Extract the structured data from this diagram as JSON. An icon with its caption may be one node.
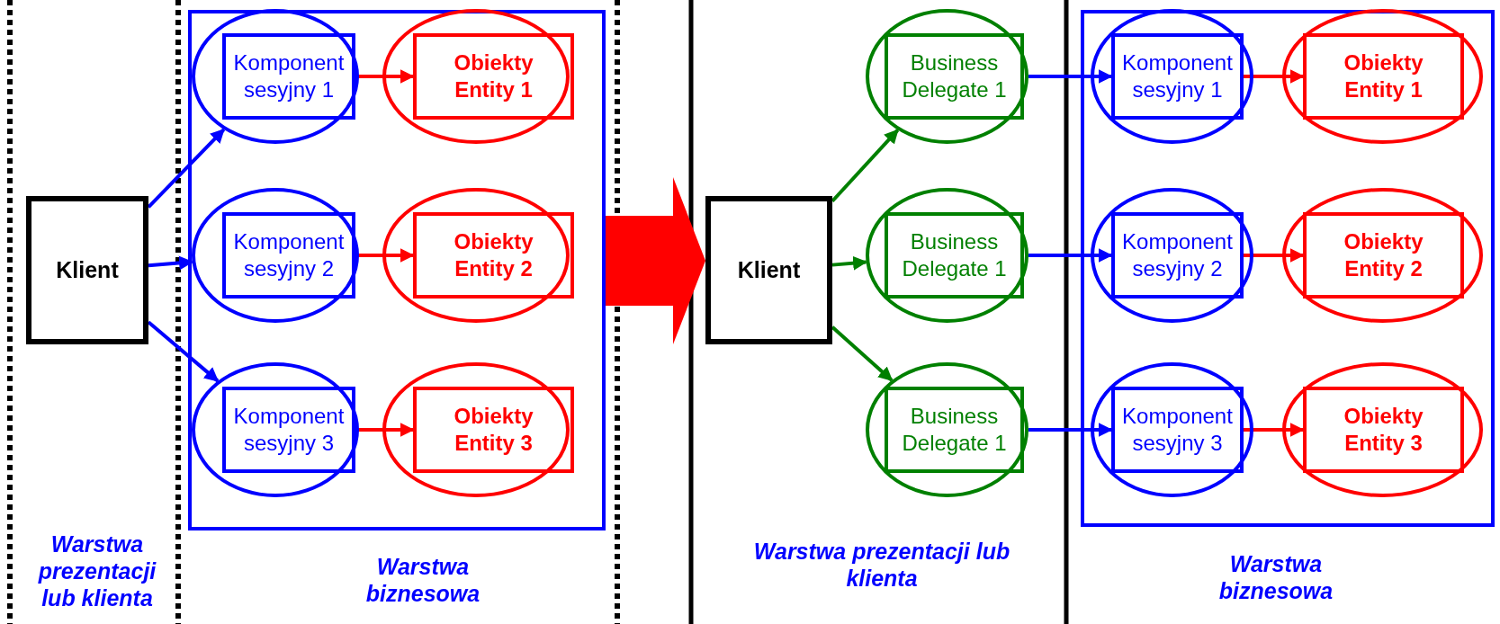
{
  "diagram": {
    "nodes": [
      {
        "text": [
          "Klient"
        ]
      },
      {
        "text": [],
        "shape": "box"
      },
      {
        "text": [],
        "shape": "circle",
        "in": 1
      },
      {
        "text": [
          "Komponent sesyjny 1"
        ],
        "in": 2
      },
      {
        "text": [],
        "shape": "circle",
        "in": 1
      },
      {
        "text": [
          "Obiekty Entity 1"
        ],
        "in": 4
      },
      {
        "text": [],
        "shape": "circle",
        "in": 1
      },
      {
        "text": [
          "Komponent sesyjny 2"
        ],
        "in": 6
      },
      {
        "text": [],
        "shape": "circle",
        "in": 1
      },
      {
        "text": [
          "Obiekty Entity 2"
        ],
        "in": 8
      },
      {
        "text": [],
        "shape": "circle",
        "in": 1
      },
      {
        "text": [
          "Komponent sesyjny 3"
        ],
        "in": 10
      },
      {
        "text": [],
        "shape": "circle",
        "in": 1
      },
      {
        "text": [
          "Obiekty Entity 3"
        ],
        "in": 12
      },
      {
        "text": [
          "Klient"
        ]
      },
      {
        "text": [],
        "shape": "circle"
      },
      {
        "text": [
          "Business Delegate 1"
        ],
        "in": 15
      },
      {
        "text": [],
        "shape": "circle"
      },
      {
        "text": [
          "Business Delegate 1"
        ],
        "in": 17
      },
      {
        "text": [],
        "shape": "circle"
      },
      {
        "text": [
          "Business Delegate 1"
        ],
        "in": 19
      },
      {
        "text": [],
        "shape": "box"
      },
      {
        "text": [],
        "shape": "circle",
        "in": 21
      },
      {
        "text": [
          "Komponent sesyjny 1"
        ],
        "in": 22
      },
      {
        "text": [],
        "shape": "circle",
        "in": 21
      },
      {
        "text": [
          "Obiekty Entity 1"
        ],
        "in": 24
      },
      {
        "text": [],
        "shape": "circle",
        "in": 21
      },
      {
        "text": [
          "Komponent sesyjny 2"
        ],
        "in": 26
      },
      {
        "text": [],
        "shape": "circle",
        "in": 21
      },
      {
        "text": [
          "Obiekty Entity 2"
        ],
        "in": 28
      },
      {
        "text": [],
        "shape": "circle",
        "in": 21
      },
      {
        "text": [
          "Komponent sesyjny 3"
        ],
        "in": 30
      },
      {
        "text": [],
        "shape": "circle",
        "in": 21
      },
      {
        "text": [
          "Obiekty Entity 3"
        ],
        "in": 32
      }
    ],
    "edges": [
      {
        "from": 0,
        "to": 2,
        "arrow": "to",
        "color": "#0000ff"
      },
      {
        "from": 0,
        "to": 6,
        "arrow": "to",
        "color": "#0000ff"
      },
      {
        "from": 0,
        "to": 10,
        "arrow": "to",
        "color": "#0000ff"
      },
      {
        "from": 3,
        "to": 5,
        "arrow": "to",
        "color": "#ff0000"
      },
      {
        "from": 7,
        "to": 9,
        "arrow": "to",
        "color": "#ff0000"
      },
      {
        "from": 11,
        "to": 13,
        "arrow": "to",
        "color": "#ff0000"
      },
      {
        "from": 14,
        "to": 15,
        "arrow": "to",
        "color": "#008000"
      },
      {
        "from": 14,
        "to": 17,
        "arrow": "to",
        "color": "#008000"
      },
      {
        "from": 14,
        "to": 19,
        "arrow": "to",
        "color": "#008000"
      },
      {
        "from": 15,
        "to": 23,
        "arrow": "to",
        "color": "#0000ff"
      },
      {
        "from": 17,
        "to": 27,
        "arrow": "to",
        "color": "#0000ff"
      },
      {
        "from": 19,
        "to": 31,
        "arrow": "to",
        "color": "#0000ff"
      },
      {
        "from": 23,
        "to": 25,
        "arrow": "to",
        "color": "#ff0000"
      },
      {
        "from": 27,
        "to": 29,
        "arrow": "to",
        "color": "#ff0000"
      },
      {
        "from": 31,
        "to": 33,
        "arrow": "to",
        "color": "#ff0000"
      },
      {
        "from": 1,
        "to": 14,
        "arrow": "to",
        "style": "thick",
        "color": "#ff0000"
      }
    ],
    "labels": [
      "*Warstwa prezentacji* lub *klienta*",
      "Warstwa biznesowa",
      "*Warstwa prezentacji* lub *klienta*",
      "Warstwa biznesowa"
    ]
  }
}
